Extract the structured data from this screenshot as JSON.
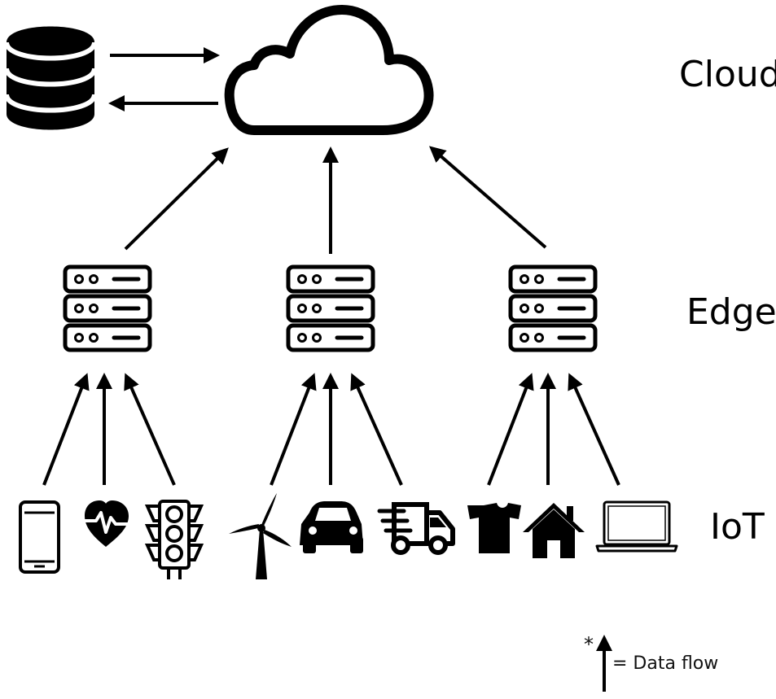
{
  "tiers": {
    "cloud": "Cloud",
    "edge": "Edge",
    "iot": "IoT"
  },
  "legend": {
    "marker": "*",
    "text": "= Data flow"
  },
  "icons": {
    "database": "database-icon",
    "cloud": "cloud-icon",
    "edge_servers": [
      "server-rack-icon",
      "server-rack-icon",
      "server-rack-icon"
    ],
    "iot_devices": [
      "smartphone-icon",
      "heart-rate-icon",
      "traffic-light-icon",
      "wind-turbine-icon",
      "car-icon",
      "delivery-truck-icon",
      "t-shirt-icon",
      "house-icon",
      "laptop-icon"
    ]
  },
  "colors": {
    "ink": "#000000",
    "background": "#ffffff"
  }
}
